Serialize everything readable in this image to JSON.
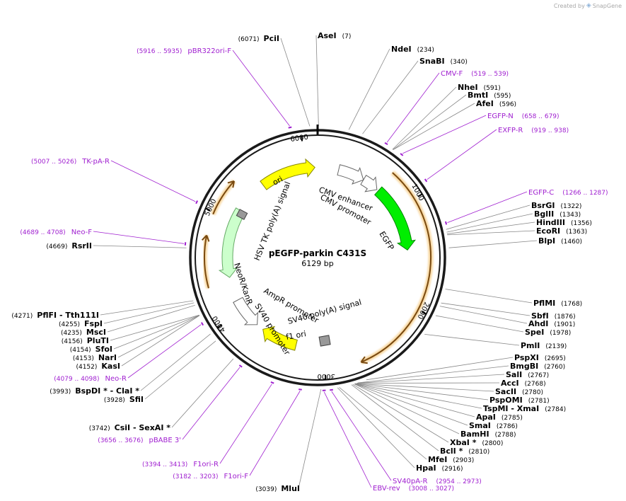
{
  "watermark": {
    "prefix": "Created by",
    "brand": "SnapGene"
  },
  "plasmid": {
    "name": "pEGFP-parkin C431S",
    "length_label": "6129 bp",
    "length": 6129
  },
  "ticks": [
    "1000",
    "2000",
    "3000",
    "4000",
    "5000",
    "6000"
  ],
  "sites": [
    {
      "name": "AseI",
      "pos": "(7)"
    },
    {
      "name": "PciI",
      "pos": "(6071)"
    },
    {
      "name": "NdeI",
      "pos": "(234)"
    },
    {
      "name": "SnaBI",
      "pos": "(340)"
    },
    {
      "name": "NheI",
      "pos": "(591)"
    },
    {
      "name": "BmtI",
      "pos": "(595)"
    },
    {
      "name": "AfeI",
      "pos": "(596)"
    },
    {
      "name": "BsrGI",
      "pos": "(1322)"
    },
    {
      "name": "BglII",
      "pos": "(1343)"
    },
    {
      "name": "HindIII",
      "pos": "(1356)"
    },
    {
      "name": "EcoRI",
      "pos": "(1363)"
    },
    {
      "name": "BlpI",
      "pos": "(1460)"
    },
    {
      "name": "PflMI",
      "pos": "(1768)"
    },
    {
      "name": "SbfI",
      "pos": "(1876)"
    },
    {
      "name": "AhdI",
      "pos": "(1901)"
    },
    {
      "name": "SpeI",
      "pos": "(1978)"
    },
    {
      "name": "PmlI",
      "pos": "(2139)"
    },
    {
      "name": "PspXI",
      "pos": "(2695)"
    },
    {
      "name": "BmgBI",
      "pos": "(2760)"
    },
    {
      "name": "SalI",
      "pos": "(2767)"
    },
    {
      "name": "AccI",
      "pos": "(2768)"
    },
    {
      "name": "SacII",
      "pos": "(2780)"
    },
    {
      "name": "PspOMI",
      "pos": "(2781)"
    },
    {
      "name": "TspMI - XmaI",
      "pos": "(2784)"
    },
    {
      "name": "ApaI",
      "pos": "(2785)"
    },
    {
      "name": "SmaI",
      "pos": "(2786)"
    },
    {
      "name": "BamHI",
      "pos": "(2788)"
    },
    {
      "name": "XbaI *",
      "pos": "(2800)"
    },
    {
      "name": "BclI *",
      "pos": "(2810)"
    },
    {
      "name": "MfeI",
      "pos": "(2903)"
    },
    {
      "name": "HpaI",
      "pos": "(2916)"
    },
    {
      "name": "MluI",
      "pos": "(3039)"
    },
    {
      "name": "CsiI - SexAI *",
      "pos": "(3742)"
    },
    {
      "name": "SfiI",
      "pos": "(3928)"
    },
    {
      "name": "BspDI * - ClaI *",
      "pos": "(3993)"
    },
    {
      "name": "KasI",
      "pos": "(4152)"
    },
    {
      "name": "NarI",
      "pos": "(4153)"
    },
    {
      "name": "SfoI",
      "pos": "(4154)"
    },
    {
      "name": "PluTI",
      "pos": "(4156)"
    },
    {
      "name": "MscI",
      "pos": "(4235)"
    },
    {
      "name": "FspI",
      "pos": "(4255)"
    },
    {
      "name": "PflFI - Tth111I",
      "pos": "(4271)"
    },
    {
      "name": "RsrII",
      "pos": "(4669)"
    }
  ],
  "primers": [
    {
      "name": "pBR322ori-F",
      "range": "(5916 .. 5935)"
    },
    {
      "name": "CMV-F",
      "range": "(519 .. 539)"
    },
    {
      "name": "EGFP-N",
      "range": "(658 .. 679)"
    },
    {
      "name": "EXFP-R",
      "range": "(919 .. 938)"
    },
    {
      "name": "EGFP-C",
      "range": "(1266 .. 1287)"
    },
    {
      "name": "TK-pA-R",
      "range": "(5007 .. 5026)"
    },
    {
      "name": "Neo-F",
      "range": "(4689 .. 4708)"
    },
    {
      "name": "Neo-R",
      "range": "(4079 .. 4098)"
    },
    {
      "name": "pBABE 3'",
      "range": "(3656 .. 3676)"
    },
    {
      "name": "F1ori-R",
      "range": "(3394 .. 3413)"
    },
    {
      "name": "F1ori-F",
      "range": "(3182 .. 3203)"
    },
    {
      "name": "SV40pA-R",
      "range": "(2954 .. 2973)"
    },
    {
      "name": "EBV-rev",
      "range": "(3008 .. 3027)"
    }
  ],
  "features": [
    {
      "name": "ori",
      "color": "#ffff00"
    },
    {
      "name": "CMV enhancer",
      "color": "#ffffff"
    },
    {
      "name": "CMV promoter",
      "color": "#ffffff"
    },
    {
      "name": "EGFP",
      "color": "#00ee00"
    },
    {
      "name": "HSV TK poly(A) signal",
      "color": "#999999"
    },
    {
      "name": "NeoR/KanR",
      "color": "#ccffcc"
    },
    {
      "name": "SV40 promoter",
      "color": "#ffffff"
    },
    {
      "name": "AmpR promoter",
      "color": "#ffffff"
    },
    {
      "name": "SV40 poly(A) signal",
      "color": "#999999"
    },
    {
      "name": "f1 ori",
      "color": "#ffff00"
    }
  ],
  "colors": {
    "primer": "#a020d0",
    "orf": "#e8a040",
    "backbone": "#1a1a1a"
  }
}
